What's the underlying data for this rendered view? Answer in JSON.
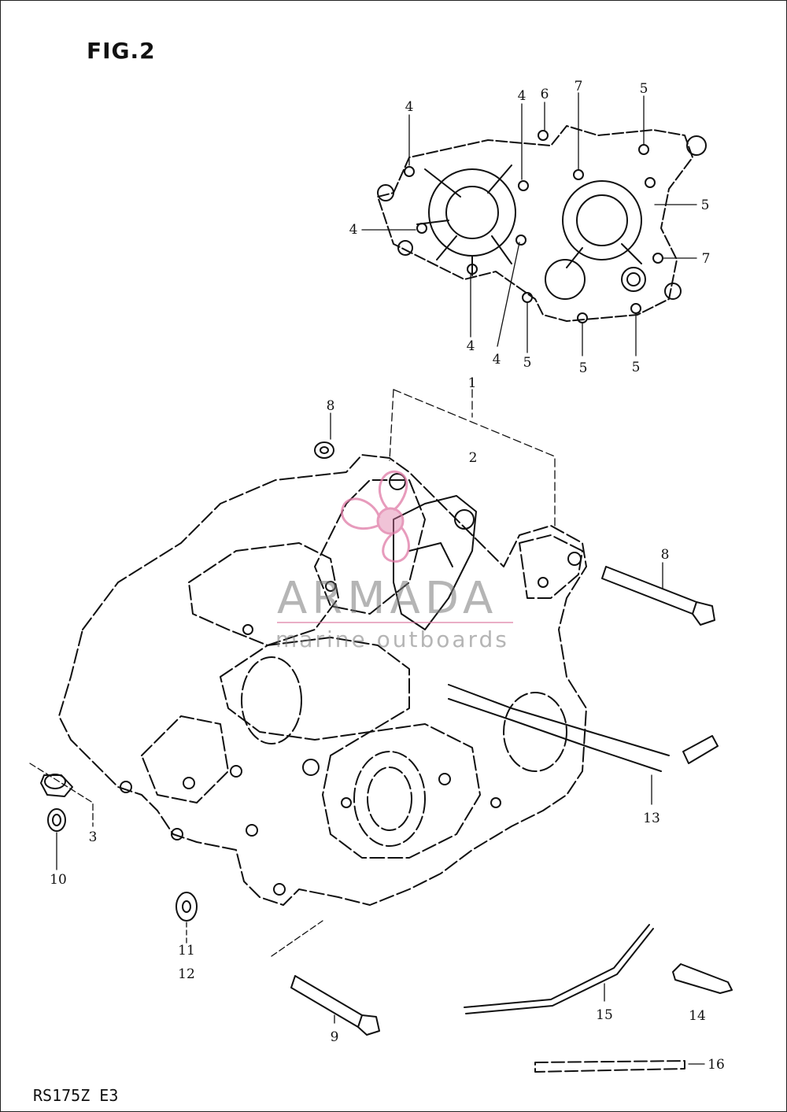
{
  "figure": {
    "title": "FIG.2",
    "model_code": "RS175Z E3"
  },
  "watermark": {
    "name": "ARMADA",
    "tagline": "marine outboards",
    "accent_color": "#e07aa6",
    "text_color": "#8a8a8a"
  },
  "colors": {
    "line": "#111111",
    "background": "#ffffff"
  },
  "callouts": [
    {
      "id": "c-4a",
      "label": "4"
    },
    {
      "id": "c-4b",
      "label": "4"
    },
    {
      "id": "c-6",
      "label": "6"
    },
    {
      "id": "c-7a",
      "label": "7"
    },
    {
      "id": "c-5a",
      "label": "5"
    },
    {
      "id": "c-5b",
      "label": "5"
    },
    {
      "id": "c-4c",
      "label": "4"
    },
    {
      "id": "c-7b",
      "label": "7"
    },
    {
      "id": "c-4d",
      "label": "4"
    },
    {
      "id": "c-4e",
      "label": "4"
    },
    {
      "id": "c-5c",
      "label": "5"
    },
    {
      "id": "c-5d",
      "label": "5"
    },
    {
      "id": "c-5e",
      "label": "5"
    },
    {
      "id": "c-1",
      "label": "1"
    },
    {
      "id": "c-8a",
      "label": "8"
    },
    {
      "id": "c-2",
      "label": "2"
    },
    {
      "id": "c-8b",
      "label": "8"
    },
    {
      "id": "c-3",
      "label": "3"
    },
    {
      "id": "c-10",
      "label": "10"
    },
    {
      "id": "c-13",
      "label": "13"
    },
    {
      "id": "c-11",
      "label": "11"
    },
    {
      "id": "c-12",
      "label": "12"
    },
    {
      "id": "c-9",
      "label": "9"
    },
    {
      "id": "c-15",
      "label": "15"
    },
    {
      "id": "c-14",
      "label": "14"
    },
    {
      "id": "c-16",
      "label": "16"
    }
  ]
}
